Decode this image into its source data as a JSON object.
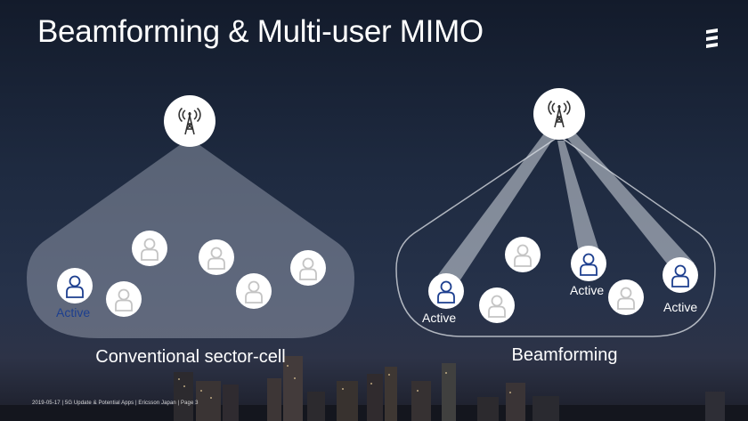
{
  "slide": {
    "title": "Beamforming & Multi-user MIMO",
    "footer": "2019-05-17 | 5G Update & Potential Apps | Ericsson Japan | Page 3"
  },
  "left_panel": {
    "caption": "Conventional sector-cell",
    "active_label": "Active"
  },
  "right_panel": {
    "caption": "Beamforming",
    "active_labels": [
      "Active",
      "Active",
      "Active"
    ]
  },
  "icons": {
    "tower": "cell-tower-icon",
    "user": "person-icon",
    "logo": "ericsson-logo"
  },
  "colors": {
    "active_user": "#1d3f8f",
    "inactive_user": "#c4c4c4",
    "coverage_fill": "#9aa3b2",
    "beam": "#d0d4dc",
    "text": "#ffffff"
  }
}
